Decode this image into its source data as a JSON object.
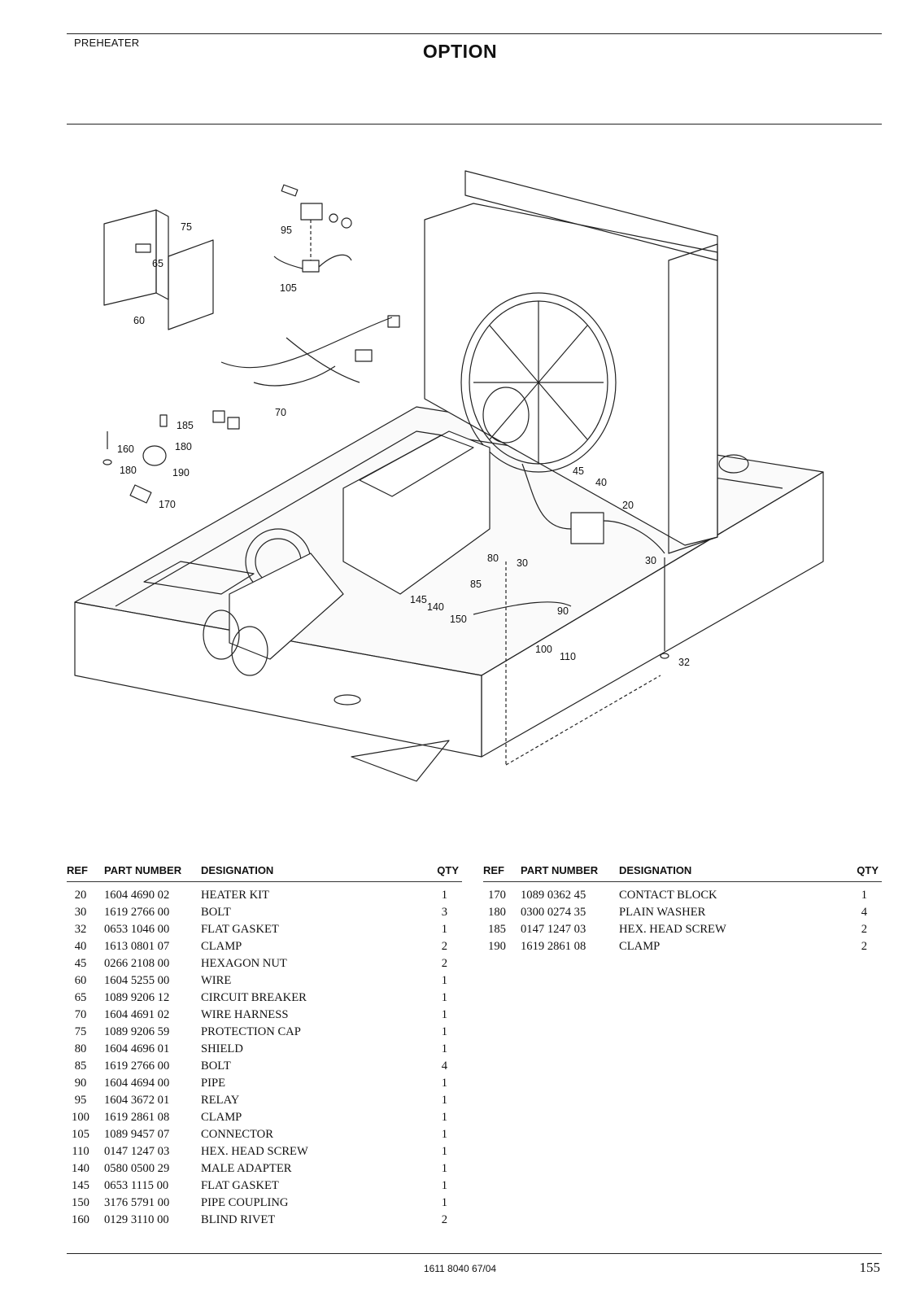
{
  "header": {
    "section": "PREHEATER",
    "title": "OPTION"
  },
  "drawing": {
    "callouts": [
      "20",
      "30",
      "30",
      "32",
      "40",
      "45",
      "60",
      "65",
      "70",
      "75",
      "80",
      "85",
      "90",
      "95",
      "100",
      "105",
      "110",
      "140",
      "145",
      "150",
      "160",
      "170",
      "180",
      "180",
      "185",
      "190"
    ]
  },
  "table": {
    "headers": {
      "ref": "REF",
      "part_number": "PART NUMBER",
      "designation": "DESIGNATION",
      "qty": "QTY"
    },
    "left": [
      {
        "ref": "20",
        "part_number": "1604 4690 02",
        "designation": "HEATER KIT",
        "qty": "1"
      },
      {
        "ref": "30",
        "part_number": "1619 2766 00",
        "designation": "BOLT",
        "qty": "3"
      },
      {
        "ref": "32",
        "part_number": "0653 1046 00",
        "designation": "FLAT GASKET",
        "qty": "1"
      },
      {
        "ref": "40",
        "part_number": "1613 0801 07",
        "designation": "CLAMP",
        "qty": "2"
      },
      {
        "ref": "45",
        "part_number": "0266 2108 00",
        "designation": "HEXAGON NUT",
        "qty": "2"
      },
      {
        "ref": "60",
        "part_number": "1604 5255 00",
        "designation": "WIRE",
        "qty": "1"
      },
      {
        "ref": "65",
        "part_number": "1089 9206 12",
        "designation": "CIRCUIT BREAKER",
        "qty": "1"
      },
      {
        "ref": "70",
        "part_number": "1604 4691 02",
        "designation": "WIRE HARNESS",
        "qty": "1"
      },
      {
        "ref": "75",
        "part_number": "1089 9206 59",
        "designation": "PROTECTION CAP",
        "qty": "1"
      },
      {
        "ref": "80",
        "part_number": "1604 4696 01",
        "designation": "SHIELD",
        "qty": "1"
      },
      {
        "ref": "85",
        "part_number": "1619 2766 00",
        "designation": "BOLT",
        "qty": "4"
      },
      {
        "ref": "90",
        "part_number": "1604 4694 00",
        "designation": "PIPE",
        "qty": "1"
      },
      {
        "ref": "95",
        "part_number": "1604 3672 01",
        "designation": "RELAY",
        "qty": "1"
      },
      {
        "ref": "100",
        "part_number": "1619 2861 08",
        "designation": "CLAMP",
        "qty": "1"
      },
      {
        "ref": "105",
        "part_number": "1089 9457 07",
        "designation": "CONNECTOR",
        "qty": "1"
      },
      {
        "ref": "110",
        "part_number": "0147 1247 03",
        "designation": "HEX. HEAD SCREW",
        "qty": "1"
      },
      {
        "ref": "140",
        "part_number": "0580 0500 29",
        "designation": "MALE ADAPTER",
        "qty": "1"
      },
      {
        "ref": "145",
        "part_number": "0653 1115 00",
        "designation": "FLAT GASKET",
        "qty": "1"
      },
      {
        "ref": "150",
        "part_number": "3176 5791 00",
        "designation": "PIPE COUPLING",
        "qty": "1"
      },
      {
        "ref": "160",
        "part_number": "0129 3110 00",
        "designation": "BLIND RIVET",
        "qty": "2"
      }
    ],
    "right": [
      {
        "ref": "170",
        "part_number": "1089 0362 45",
        "designation": "CONTACT BLOCK",
        "qty": "1"
      },
      {
        "ref": "180",
        "part_number": "0300 0274 35",
        "designation": "PLAIN WASHER",
        "qty": "4"
      },
      {
        "ref": "185",
        "part_number": "0147 1247 03",
        "designation": "HEX. HEAD SCREW",
        "qty": "2"
      },
      {
        "ref": "190",
        "part_number": "1619 2861 08",
        "designation": "CLAMP",
        "qty": "2"
      }
    ]
  },
  "footer": {
    "doc_number": "1611 8040 67/04",
    "page_number": "155"
  }
}
